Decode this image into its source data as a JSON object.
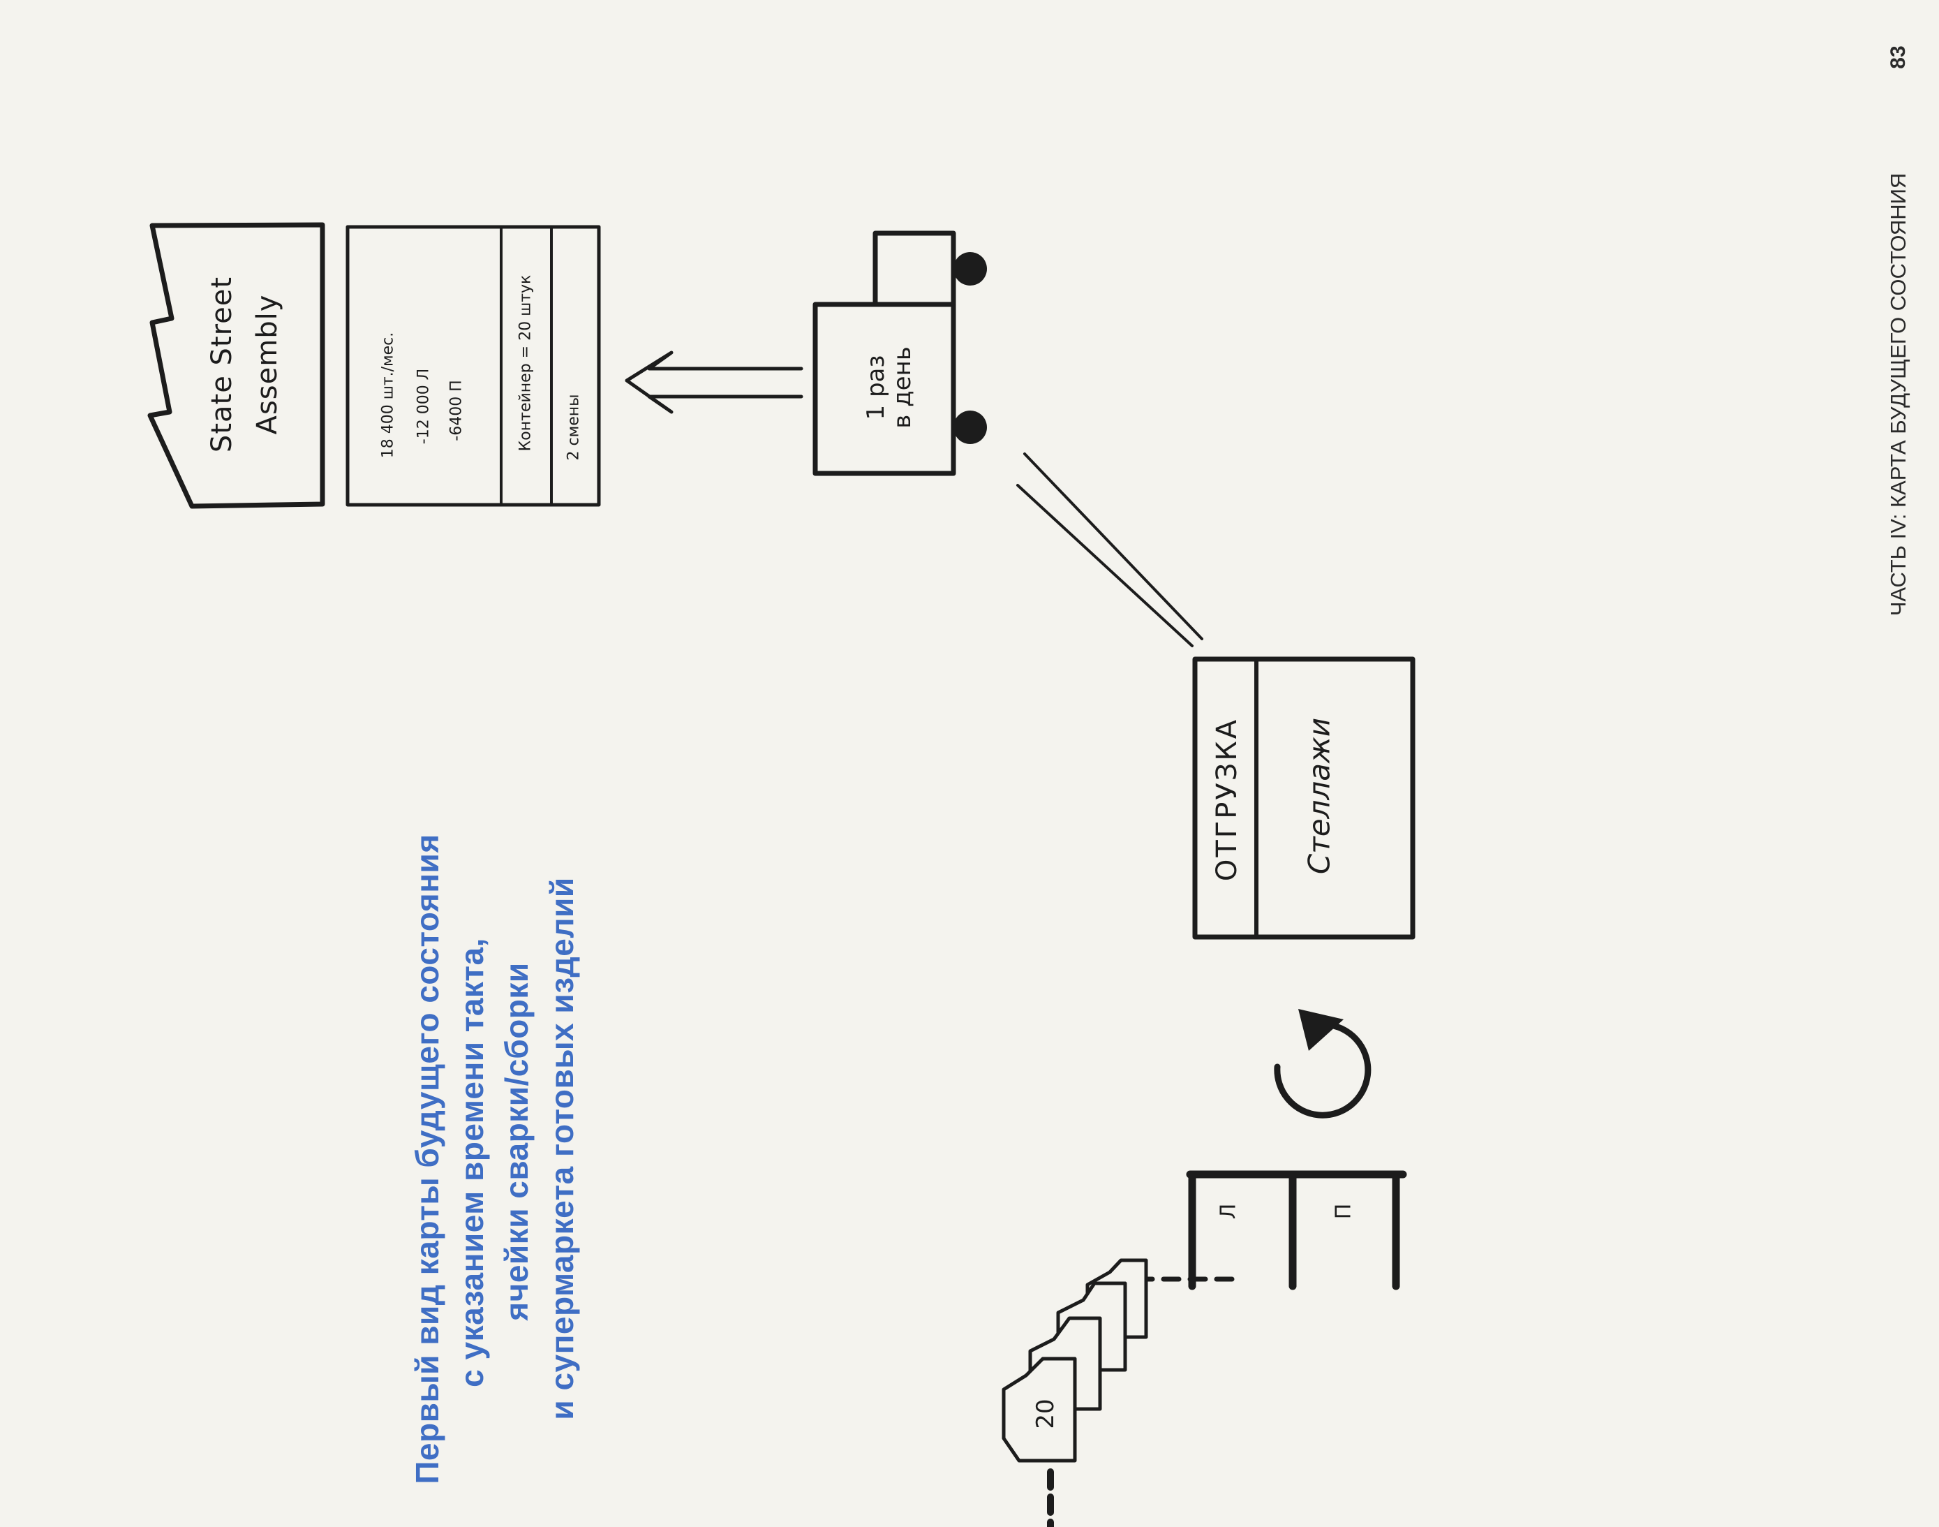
{
  "header": {
    "page_number": "83",
    "running_title": "ЧАСТЬ IV: КАРТА БУДУЩЕГО СОСТОЯНИЯ"
  },
  "caption": {
    "lines": [
      "Первый вид карты будущего состояния",
      "с указанием времени такта,",
      "ячейки сварки/сборки",
      "и супермаркета готовых изделий"
    ],
    "color": "#3f6ec4"
  },
  "customer": {
    "name_line1": "State Street",
    "name_line2": "Assembly",
    "icon": "factory-icon"
  },
  "customer_data": {
    "demand": "18 400 шт./мес.",
    "left": "-12 000 Л",
    "right": "-6400 П",
    "container": "Контейнер = 20 штук",
    "shifts": "2 смены"
  },
  "truck": {
    "frequency_line1": "1 раз",
    "frequency_line2": "в день",
    "icon": "truck-icon"
  },
  "shipping": {
    "title": "ОТГРУЗКА",
    "subtitle": "Стеллажи"
  },
  "kanban": {
    "quantity": "20",
    "icon": "kanban-card-stack-icon"
  },
  "supermarket": {
    "left_label": "Л",
    "right_label": "П",
    "icon": "supermarket-icon"
  },
  "icons": {
    "push_arrow": "push-arrow-icon",
    "electronic_link": "electronic-info-flow-icon",
    "load_leveling": "withdrawal-loop-icon"
  }
}
